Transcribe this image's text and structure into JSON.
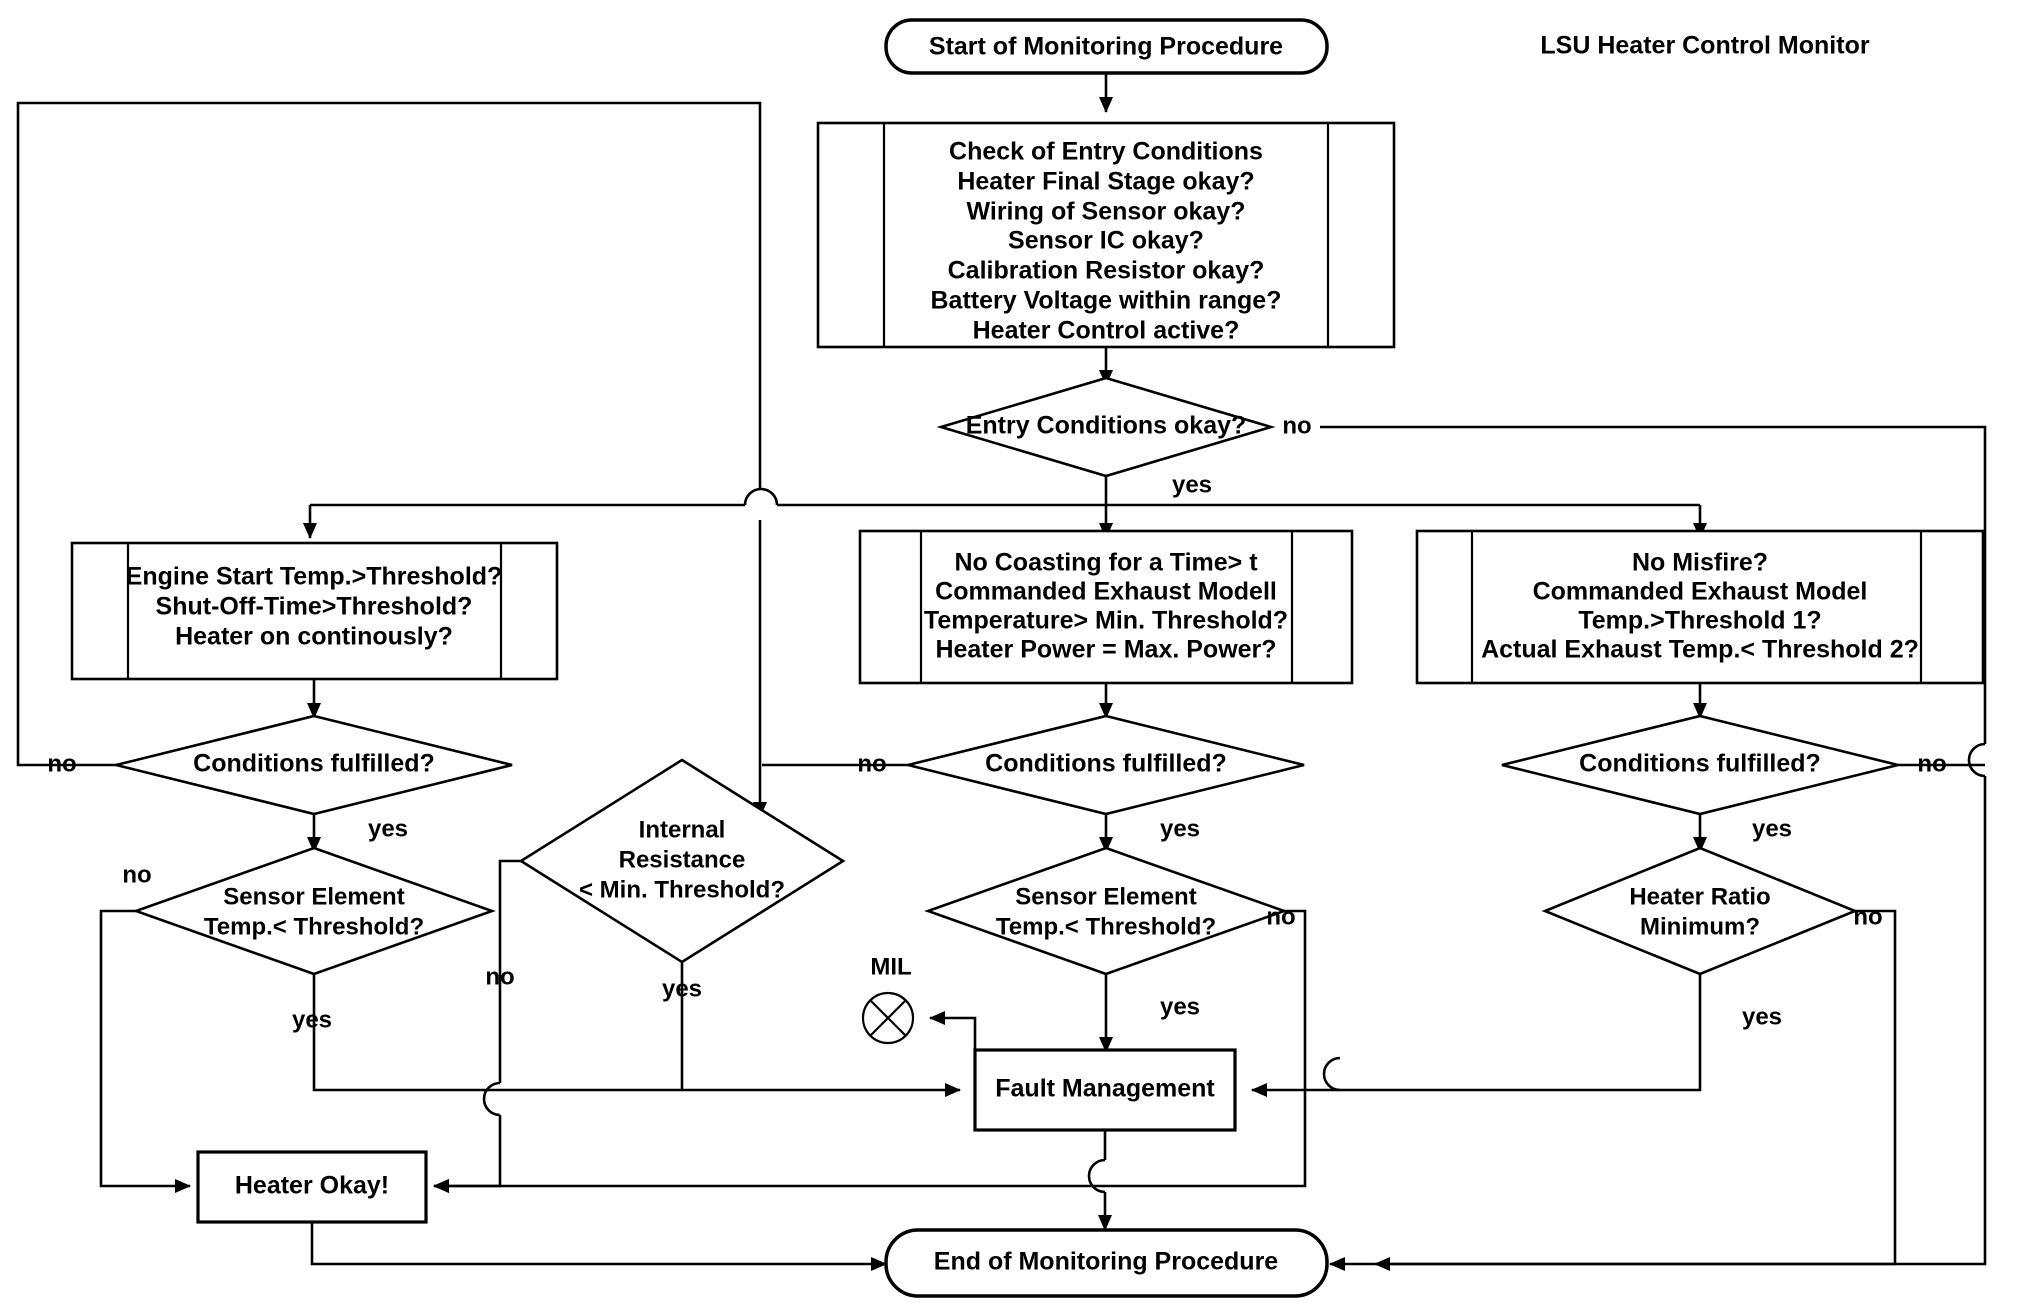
{
  "title": "LSU Heater Control Monitor",
  "nodes": {
    "start": "Start of Monitoring Procedure",
    "end": "End of Monitoring Procedure",
    "entry_check": [
      "Check of Entry Conditions",
      "Heater Final Stage okay?",
      "Wiring of Sensor okay?",
      "Sensor IC okay?",
      "Calibration Resistor okay?",
      "Battery Voltage within range?",
      "Heater Control active?"
    ],
    "entry_decision": "Entry Conditions okay?",
    "branch_left": [
      "Engine Start Temp.>Threshold?",
      "Shut-Off-Time>Threshold?",
      "Heater on continously?"
    ],
    "branch_mid": [
      "No Coasting for a Time> t",
      "Commanded Exhaust Modell",
      "Temperature> Min. Threshold?",
      "Heater Power = Max. Power?"
    ],
    "branch_right": [
      "No Misfire?",
      "Commanded Exhaust Model",
      "Temp.>Threshold 1?",
      "Actual Exhaust Temp.< Threshold 2?"
    ],
    "cond_left": "Conditions fulfilled?",
    "cond_mid": "Conditions fulfilled?",
    "cond_right": "Conditions fulfilled?",
    "sensor_left": [
      "Sensor Element",
      "Temp.< Threshold?"
    ],
    "internal_res": [
      "Internal",
      "Resistance",
      "< Min. Threshold?"
    ],
    "sensor_mid": [
      "Sensor Element",
      "Temp.< Threshold?"
    ],
    "heater_ratio": [
      "Heater Ratio",
      "Minimum?"
    ],
    "fault_management": "Fault Management",
    "heater_okay": "Heater Okay!",
    "mil_label": "MIL"
  },
  "edge_labels": {
    "entry_no": "no",
    "entry_yes": "yes",
    "left_cond_no": "no",
    "left_cond_yes": "yes",
    "left_sensor_no": "no",
    "left_sensor_yes": "yes",
    "ir_no": "no",
    "ir_yes": "yes",
    "mid_cond_no": "no",
    "mid_cond_yes": "yes",
    "mid_sensor_no": "no",
    "mid_sensor_yes": "yes",
    "right_cond_no": "no",
    "right_cond_yes": "yes",
    "ratio_no": "no",
    "ratio_yes": "yes"
  },
  "colors": {
    "stroke": "#000000",
    "fill": "#ffffff",
    "text": "#000000"
  }
}
